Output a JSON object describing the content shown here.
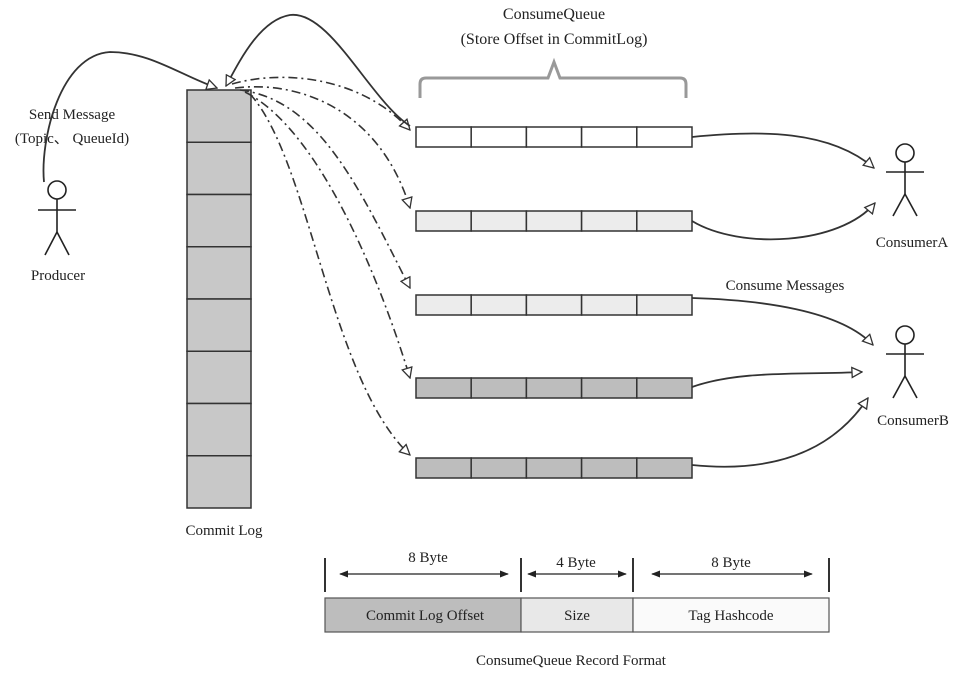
{
  "consume_queue": {
    "title": "ConsumeQueue",
    "subtitle": "(Store Offset in CommitLog)"
  },
  "producer": {
    "label": "Producer",
    "send_label": "Send Message",
    "send_params": "(Topic、 QueueId)"
  },
  "commit_log": {
    "label": "Commit Log",
    "cell_count": 8
  },
  "consumers": {
    "a_label": "ConsumerA",
    "b_label": "ConsumerB",
    "consume_label": "Consume Messages"
  },
  "queues": [
    {
      "cells": 5,
      "fill": "#ffffff"
    },
    {
      "cells": 5,
      "fill": "#ececec"
    },
    {
      "cells": 5,
      "fill": "#ececec"
    },
    {
      "cells": 5,
      "fill": "#bdbdbd"
    },
    {
      "cells": 5,
      "fill": "#bdbdbd"
    }
  ],
  "record_format": {
    "title": "ConsumeQueue Record Format",
    "fields": [
      {
        "name": "Commit Log Offset",
        "size": "8 Byte",
        "fill": "#bdbdbd"
      },
      {
        "name": "Size",
        "size": "4 Byte",
        "fill": "#e8e8e8"
      },
      {
        "name": "Tag Hashcode",
        "size": "8 Byte",
        "fill": "#fafafa"
      }
    ]
  },
  "colors": {
    "commit_log_cell": "#c8c8c8",
    "stroke": "#333333"
  }
}
